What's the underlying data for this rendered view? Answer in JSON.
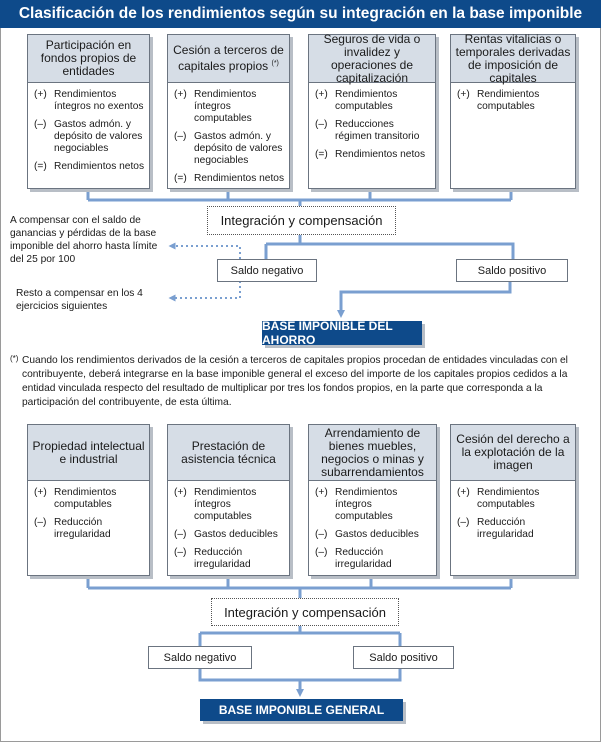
{
  "title": "Clasificación de los rendimientos según su integración en la base imponible",
  "top_boxes": [
    {
      "header": "Participación en fondos propios de entidades",
      "items": [
        {
          "sign": "(+)",
          "text": "Rendimientos íntegros no exentos"
        },
        {
          "sign": "(–)",
          "text": "Gastos admón. y depósito de valores negociables"
        },
        {
          "sign": "(=)",
          "text": "Rendimientos netos"
        }
      ]
    },
    {
      "header": "Cesión a terceros de capitales propios",
      "header_mark": "(*)",
      "items": [
        {
          "sign": "(+)",
          "text": "Rendimientos íntegros computables"
        },
        {
          "sign": "(–)",
          "text": "Gastos admón. y depósito de valores negociables"
        },
        {
          "sign": "(=)",
          "text": "Rendimientos netos"
        }
      ]
    },
    {
      "header": "Seguros de vida o invalidez y operaciones de capitalización",
      "items": [
        {
          "sign": "(+)",
          "text": "Rendimientos computables"
        },
        {
          "sign": "(–)",
          "text": "Reducciones régimen transitorio"
        },
        {
          "sign": "(=)",
          "text": "Rendimientos netos"
        }
      ]
    },
    {
      "header": "Rentas vitalicias o temporales derivadas de imposición de capitales",
      "items": [
        {
          "sign": "(+)",
          "text": "Rendimientos computables"
        }
      ]
    }
  ],
  "integration_label_1": "Integración y compensación",
  "left_note_1": "A compensar con el saldo de ganancias y pérdidas de la base imponible del ahorro hasta límite del 25 por 100",
  "left_note_2": "Resto a compensar en los 4 ejercicios siguientes",
  "saldo_negativo_1": "Saldo negativo",
  "saldo_positivo_1": "Saldo positivo",
  "base_ahorro": "BASE IMPONIBLE DEL AHORRO",
  "footnote_mark": "(*)",
  "footnote": "Cuando los rendimientos derivados de la cesión a terceros de capitales propios procedan de entidades vinculadas con el contribuyente, deberá integrarse en la base imponible general el exceso del importe de los capitales propios cedidos a la entidad vinculada respecto del resultado de multiplicar por tres los fondos propios, en la parte que corresponda a la participación del contribuyente, de esta última.",
  "bottom_boxes": [
    {
      "header": "Propiedad intelectual e industrial",
      "items": [
        {
          "sign": "(+)",
          "text": "Rendimientos computables"
        },
        {
          "sign": "(–)",
          "text": "Reducción irregularidad"
        }
      ]
    },
    {
      "header": "Prestación de asistencia técnica",
      "items": [
        {
          "sign": "(+)",
          "text": "Rendimientos íntegros computables"
        },
        {
          "sign": "(–)",
          "text": "Gastos deducibles"
        },
        {
          "sign": "(–)",
          "text": "Reducción irregularidad"
        }
      ]
    },
    {
      "header": "Arrendamiento de bienes muebles, negocios o minas y subarrendamientos",
      "items": [
        {
          "sign": "(+)",
          "text": "Rendimientos íntegros computables"
        },
        {
          "sign": "(–)",
          "text": "Gastos deducibles"
        },
        {
          "sign": "(–)",
          "text": "Reducción irregularidad"
        }
      ]
    },
    {
      "header": "Cesión del derecho a la explotación de la imagen",
      "items": [
        {
          "sign": "(+)",
          "text": "Rendimientos computables"
        },
        {
          "sign": "(–)",
          "text": "Reducción irregularidad"
        }
      ]
    }
  ],
  "integration_label_2": "Integración y compensación",
  "saldo_negativo_2": "Saldo negativo",
  "saldo_positivo_2": "Saldo positivo",
  "base_general": "BASE IMPONIBLE GENERAL",
  "colors": {
    "dark_blue": "#0e4a8a",
    "header_fill": "#d6dde6",
    "connector": "#7a9fd0"
  }
}
